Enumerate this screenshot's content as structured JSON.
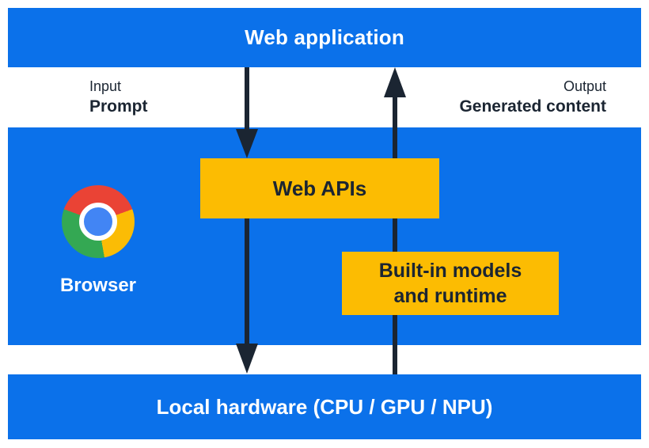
{
  "diagram": {
    "title_bar": {
      "label": "Web application"
    },
    "io": {
      "input_caption": "Input",
      "input_value": "Prompt",
      "output_caption": "Output",
      "output_value": "Generated content"
    },
    "browser": {
      "label": "Browser",
      "icon": "chrome-logo-icon"
    },
    "web_apis_box": {
      "label": "Web APIs"
    },
    "builtin_models_box": {
      "line1": "Built-in models",
      "line2": "and runtime"
    },
    "hardware_bar": {
      "label": "Local hardware (CPU / GPU / NPU)"
    },
    "colors": {
      "band_blue": "#0b71ea",
      "box_yellow": "#fcbc02",
      "arrow_navy": "#1b2532",
      "text_white": "#ffffff",
      "chrome_red": "#ea4335",
      "chrome_yellow": "#fbbc05",
      "chrome_green": "#34a853",
      "chrome_blue": "#4285f4"
    }
  }
}
